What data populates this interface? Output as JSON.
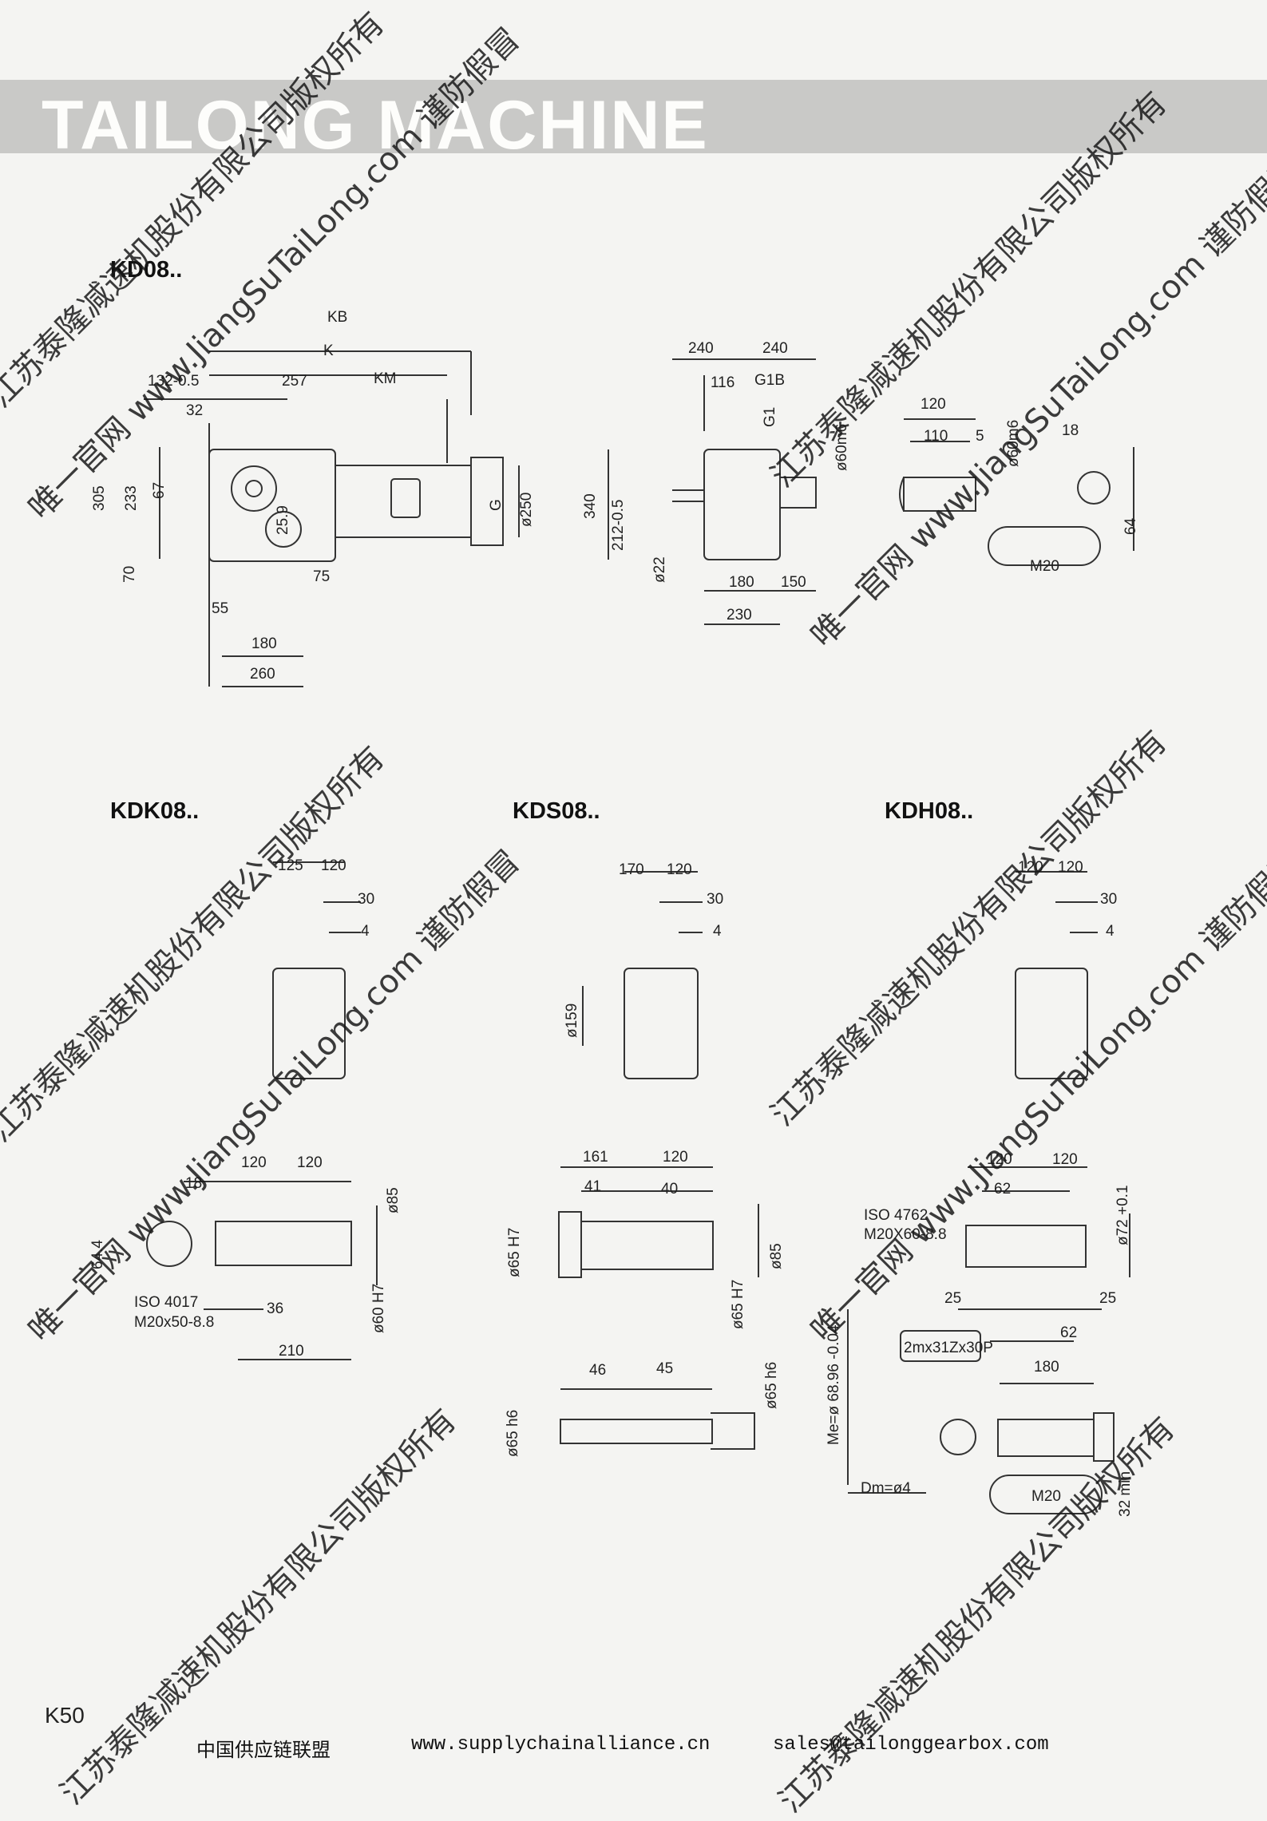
{
  "header": {
    "brand": "TAILONG MACHINE"
  },
  "sections": {
    "kd": "KD08..",
    "kdk": "KDK08..",
    "kds": "KDS08..",
    "kdh": "KDH08.."
  },
  "dims": {
    "kd_side": [
      "KB",
      "K",
      "132-0.5",
      "257",
      "KM",
      "32",
      "305",
      "233",
      "67",
      "25.9",
      "G",
      "ø250",
      "70",
      "55",
      "75",
      "180",
      "260"
    ],
    "kd_front": [
      "240",
      "240",
      "116",
      "G1B",
      "G1",
      "340",
      "212-0.5",
      "ø22",
      "180",
      "150",
      "230"
    ],
    "kd_shaft": [
      "120",
      "110",
      "5",
      "ø60m6",
      "ø60m6",
      "18",
      "64",
      "M20"
    ],
    "kdk": [
      "125",
      "120",
      "30",
      "4",
      "120",
      "120",
      "18",
      "ø85",
      "64.4",
      "ISO 4017",
      "M20x50-8.8",
      "36",
      "ø60 H7",
      "210"
    ],
    "kds": [
      "170",
      "120",
      "30",
      "4",
      "ø159",
      "161",
      "120",
      "41",
      "40",
      "ø65 H7",
      "ø85",
      "ø65 H7",
      "46",
      "45",
      "ø65 h6",
      "ø65 h6"
    ],
    "kdh": [
      "120",
      "120",
      "30",
      "4",
      "120",
      "120",
      "62",
      "ISO 4762",
      "M20X60-8.8",
      "ø72 +0.1",
      "25",
      "25",
      "62",
      "2mx31Zx30P",
      "180",
      "Me=ø 68.96 -0.04",
      "Dm=ø4",
      "M20",
      "32 min"
    ]
  },
  "page_number": "K50",
  "footer": {
    "org": "中国供应链联盟",
    "url": "www.supplychainalliance.cn",
    "email": "sales@tailonggearbox.com"
  },
  "watermark": {
    "company": "江苏泰隆减速机股份有限公司版权所有",
    "site": "唯一官网 www.JiangSuTaiLong.com 谨防假冒"
  }
}
